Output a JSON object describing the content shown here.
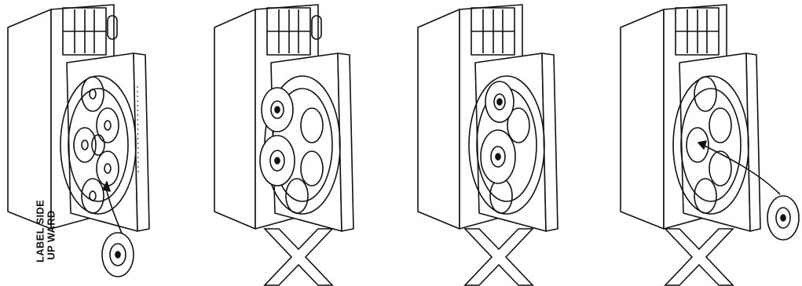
{
  "figure": {
    "instruction_label": {
      "line1": "LABEL SIDE",
      "line2": "UP WARD"
    },
    "panels": [
      {
        "id": "correct",
        "status": "correct",
        "shows_cross": false
      },
      {
        "id": "two-discs-stacked",
        "status": "incorrect",
        "shows_cross": true
      },
      {
        "id": "discs-in-trays",
        "status": "incorrect",
        "shows_cross": true
      },
      {
        "id": "disc-into-center",
        "status": "incorrect",
        "shows_cross": true
      }
    ],
    "colors": {
      "ink": "#111111",
      "paper": "#ffffff"
    }
  }
}
